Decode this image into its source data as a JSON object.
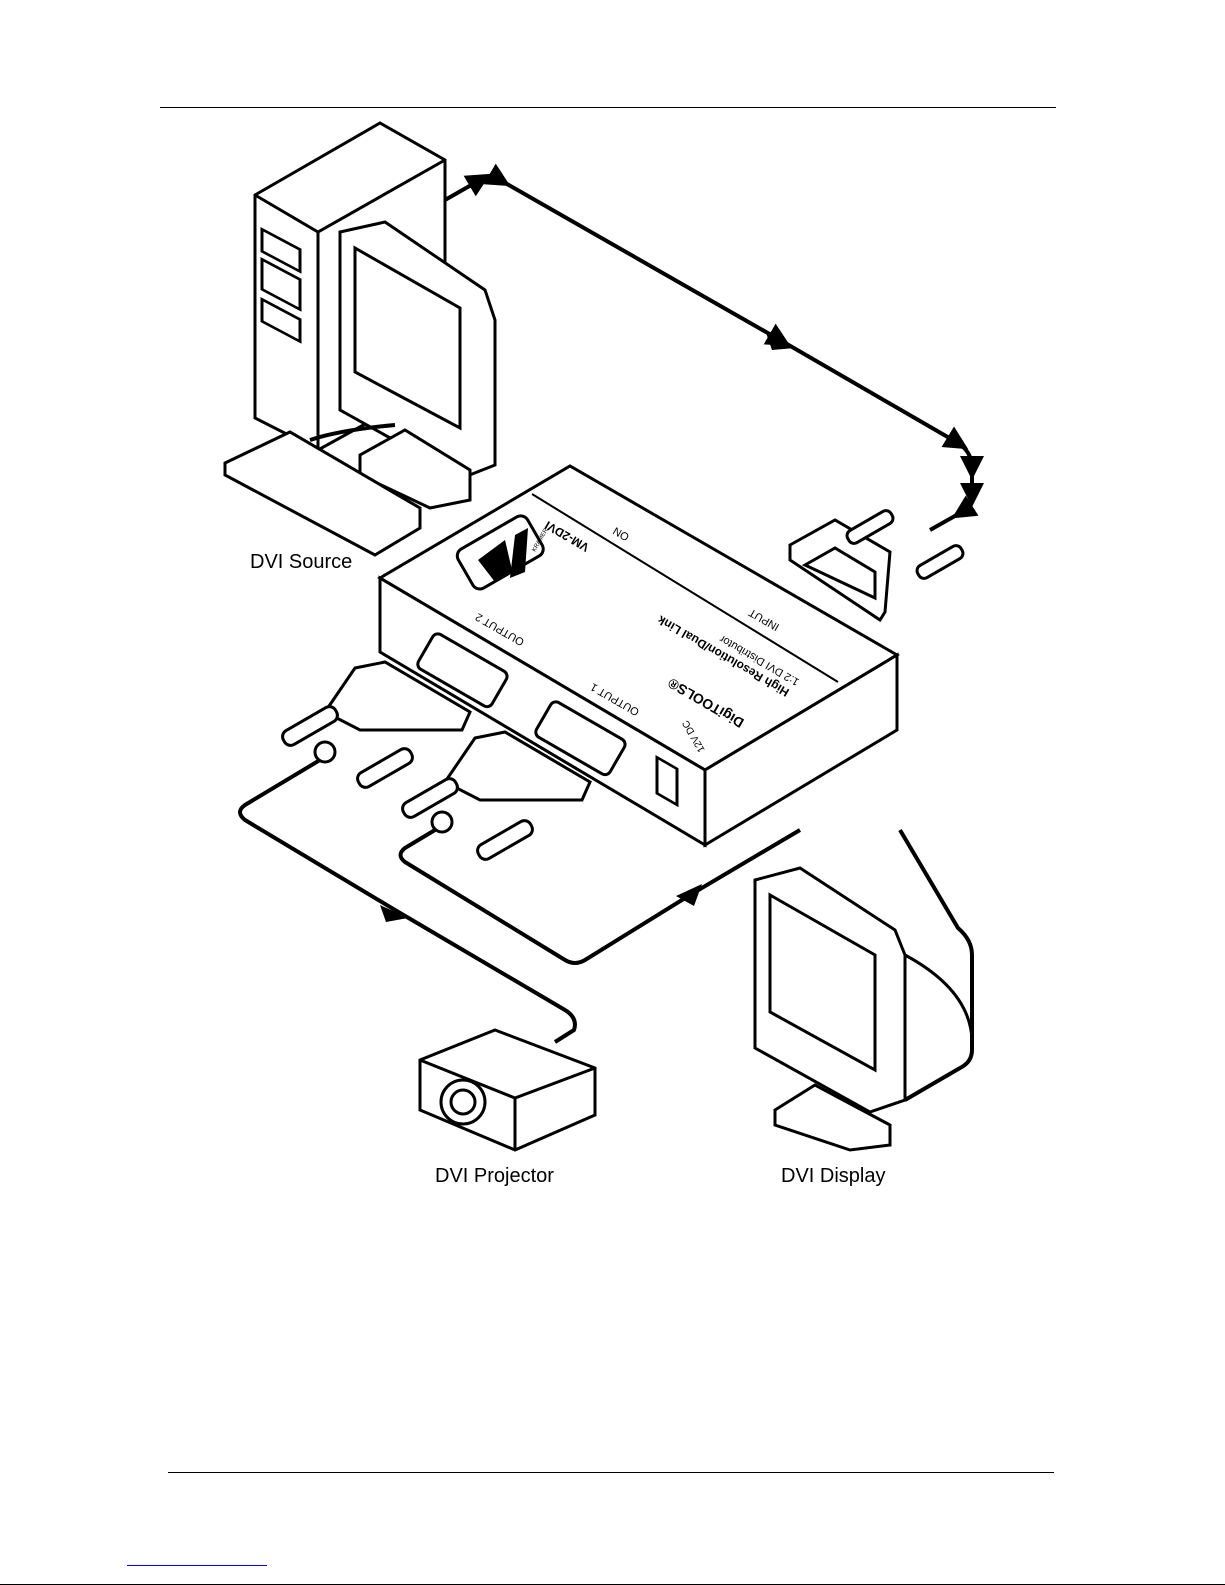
{
  "diagram": {
    "labels": {
      "source": "DVI Source",
      "projector": "DVI Projector",
      "display": "DVI Display"
    },
    "device": {
      "model": "VM-2DVI",
      "brand": "KRAMER",
      "power_led": "ON",
      "input": "INPUT",
      "output1": "OUTPUT 1",
      "output2": "OUTPUT 2",
      "title": "High Resolution/Dual Link",
      "subtitle": "1:2 DVI Distributor",
      "product_line": "DigiTOOLS®",
      "power": "12V DC"
    }
  }
}
